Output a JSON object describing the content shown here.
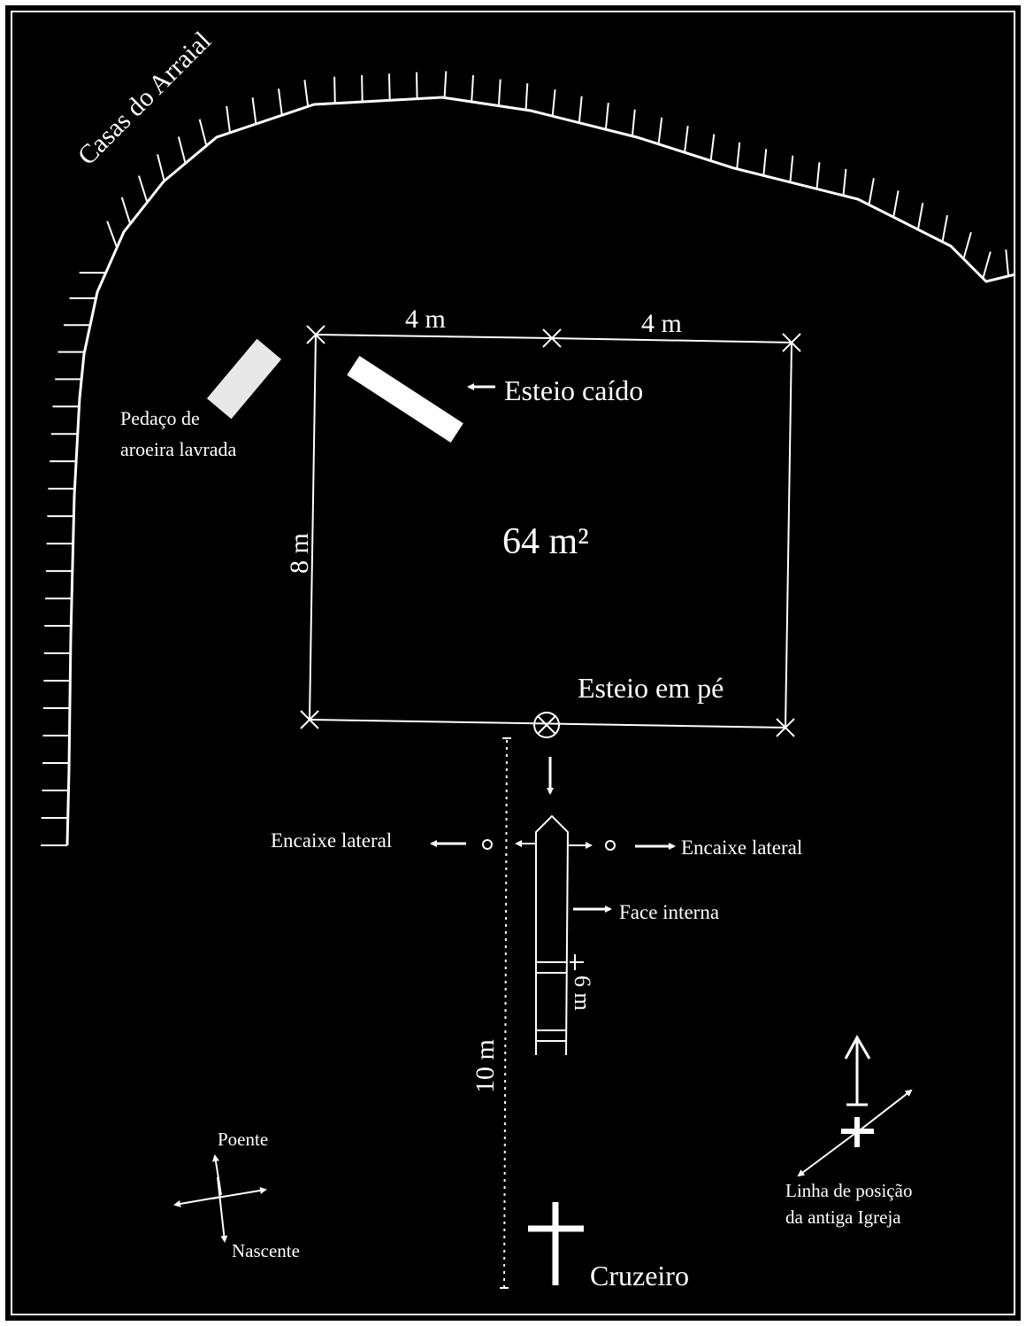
{
  "colors": {
    "background": "#000000",
    "ink": "#ffffff"
  },
  "labels": {
    "hill": "Casas do Arraial",
    "dim_top_left": "4 m",
    "dim_top_right": "4 m",
    "dim_left": "8 m",
    "area": "64 m²",
    "fallen_post": "Esteio caído",
    "wood_piece_line1": "Pedaço de",
    "wood_piece_line2": "aroeira lavrada",
    "standing_post": "Esteio em pé",
    "lateral_left": "Encaixe lateral",
    "lateral_right": "Encaixe lateral",
    "inner_face": "Face interna",
    "post_length": "6 m",
    "distance": "10 m",
    "west": "Poente",
    "east": "Nascente",
    "church_line1": "Linha de posição",
    "church_line2": "da antiga Igreja",
    "cross": "Cruzeiro"
  }
}
